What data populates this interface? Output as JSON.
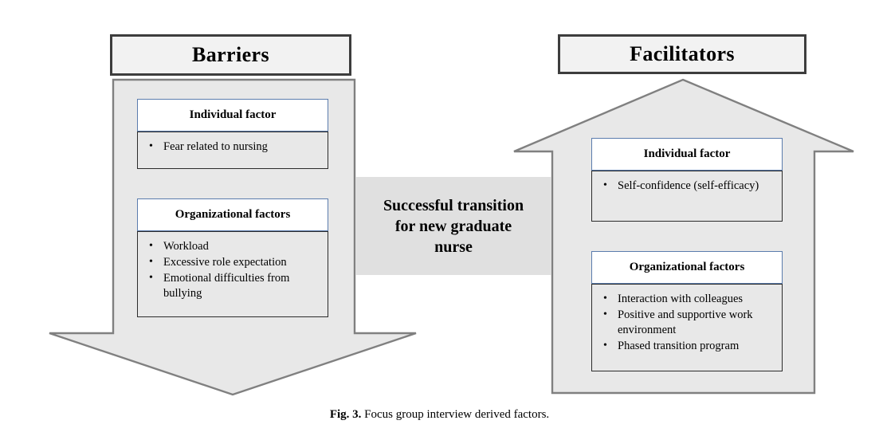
{
  "figure": {
    "caption_label": "Fig. 3.",
    "caption_text": "Focus group interview derived factors."
  },
  "colors": {
    "arrow_fill": "#e8e8e8",
    "arrow_stroke": "#808080",
    "title_border": "#3d3d3d",
    "title_fill": "#f2f2f2",
    "card_header_border": "#5b7cad",
    "card_body_fill": "#e8e8e8",
    "card_body_border": "#2b2b2b",
    "center_band_fill": "#e0e0e0"
  },
  "barriers": {
    "title": "Barriers",
    "arrow_direction": "down",
    "cards": [
      {
        "header": "Individual factor",
        "items": [
          "Fear related to nursing"
        ]
      },
      {
        "header": "Organizational factors",
        "items": [
          "Workload",
          "Excessive role expectation",
          "Emotional difficulties from bullying"
        ]
      }
    ]
  },
  "facilitators": {
    "title": "Facilitators",
    "arrow_direction": "up",
    "cards": [
      {
        "header": "Individual factor",
        "items": [
          "Self-confidence (self-efficacy)"
        ]
      },
      {
        "header": "Organizational factors",
        "items": [
          "Interaction with colleagues",
          "Positive and supportive work environment",
          "Phased transition program"
        ]
      }
    ]
  },
  "center": {
    "line1": "Successful transition",
    "line2": "for new graduate",
    "line3": "nurse"
  }
}
